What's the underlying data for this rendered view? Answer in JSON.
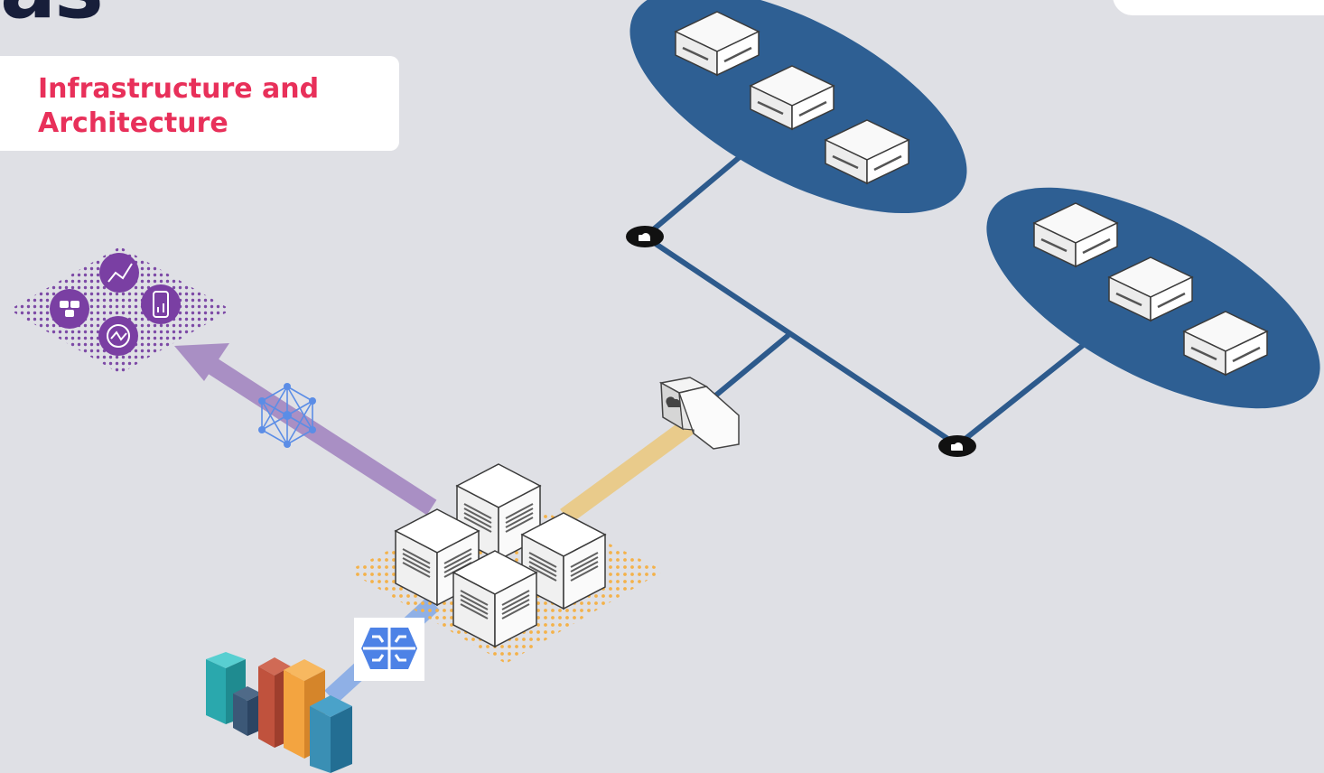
{
  "page": {
    "title_fragment": "as",
    "section_label": "Infrastructure and Architecture"
  },
  "colors": {
    "background": "#dfe0e5",
    "title": "#171e3a",
    "label_text": "#e8305a",
    "cluster_fill": "#2e5f93",
    "network_line": "#2d5a8c",
    "analytics_arrow": "#a98fc4",
    "gateway_link": "#e9cb8b",
    "ml_link": "#8fb0e6",
    "analytics_platform": "#7a3fa3"
  },
  "diagram": {
    "nodes": [
      {
        "id": "cloud-cluster-top",
        "icon": "server-cluster",
        "count": 3
      },
      {
        "id": "cloud-cluster-right",
        "icon": "server-cluster",
        "count": 3
      },
      {
        "id": "secure-endpoint-top",
        "icon": "lock-icon"
      },
      {
        "id": "secure-endpoint-bottom",
        "icon": "lock-icon"
      },
      {
        "id": "cloud-gateway",
        "icon": "cloud-gateway-icon"
      },
      {
        "id": "data-center",
        "icon": "server-rack",
        "count": 4
      },
      {
        "id": "neural-network",
        "icon": "network-mesh-icon"
      },
      {
        "id": "ml-engine",
        "icon": "brain-chip-icon"
      },
      {
        "id": "data-warehouse",
        "icon": "bar-columns-icon"
      },
      {
        "id": "analytics-platform",
        "icons": [
          "analytics-icon",
          "database-icon",
          "mobile-report-icon",
          "refresh-trend-icon"
        ]
      }
    ]
  }
}
